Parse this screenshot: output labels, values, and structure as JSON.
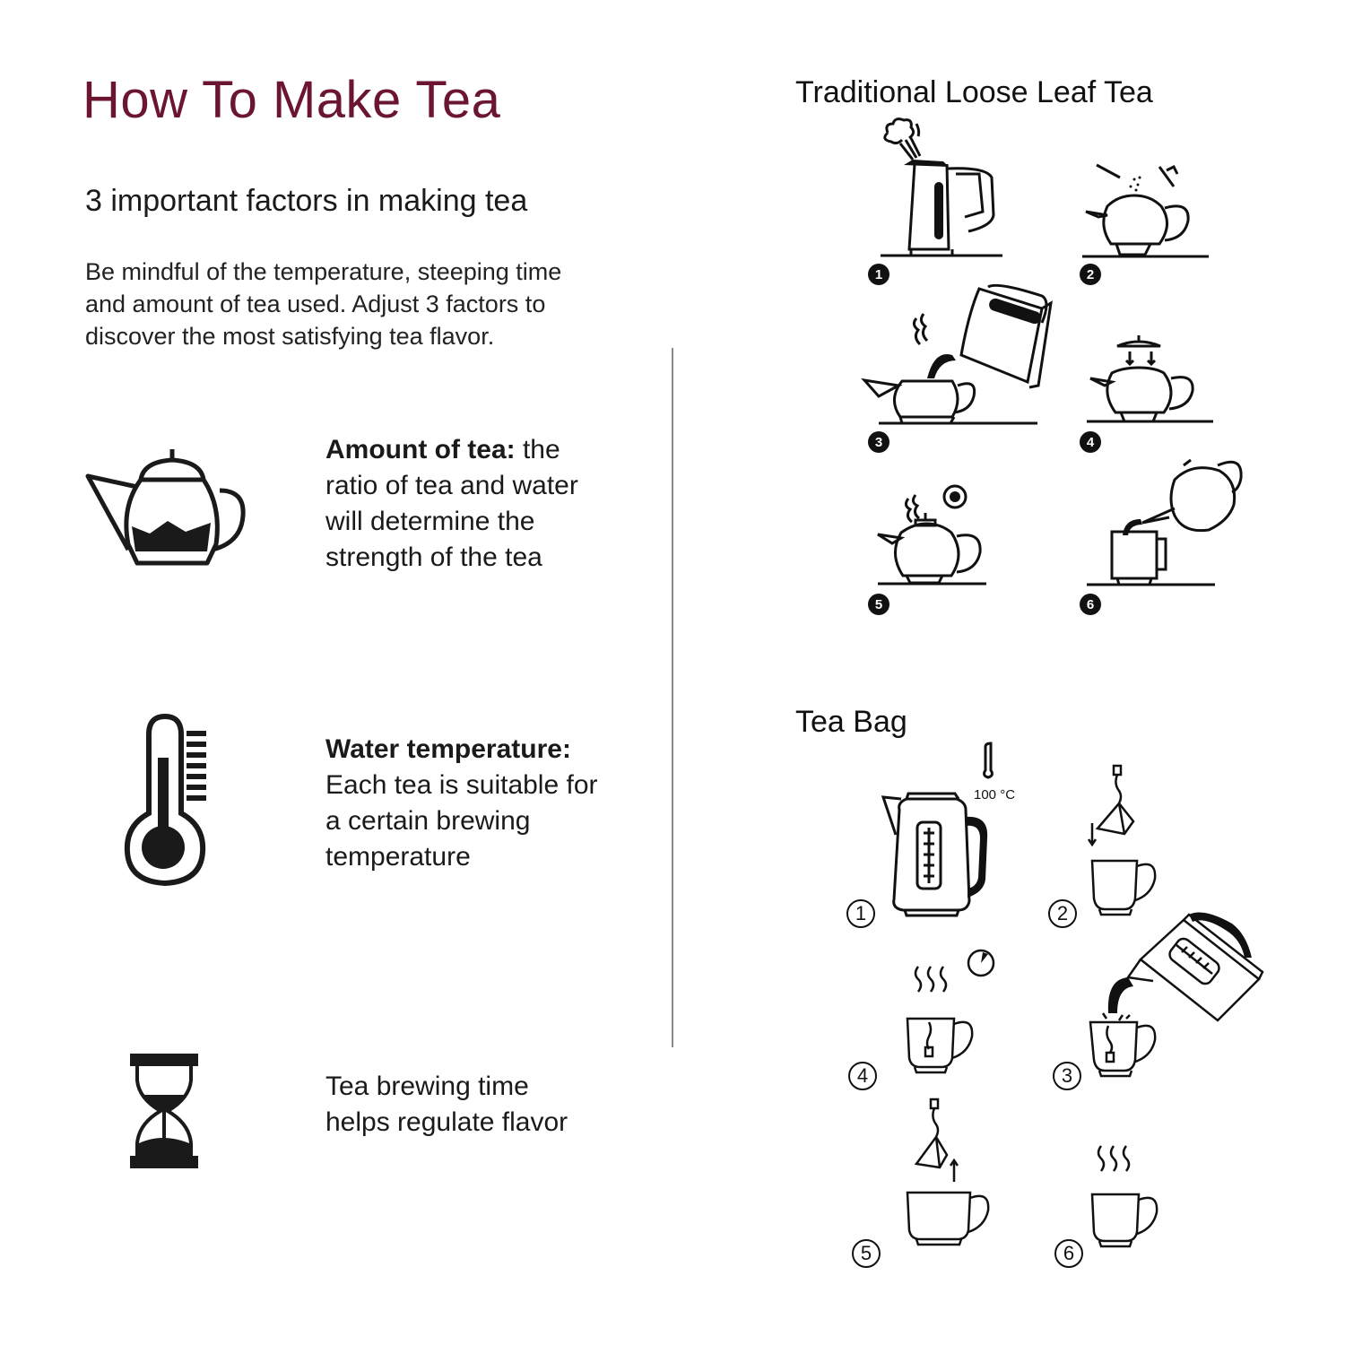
{
  "header": {
    "title": "How To Make Tea",
    "title_color": "#6b1530",
    "subtitle": "3 important factors in making tea",
    "intro": "Be mindful of the temperature, steeping time and amount of tea used. Adjust 3 factors to discover the most satisfying tea flavor."
  },
  "factors": [
    {
      "icon": "teapot-icon",
      "bold": "Amount of tea:",
      "text": " the ratio of tea and water will determine the strength of the tea"
    },
    {
      "icon": "thermometer-icon",
      "bold": "Water temperature:",
      "text": " Each tea is suitable for a certain brewing temperature"
    },
    {
      "icon": "hourglass-icon",
      "bold": "Tea brewing time",
      "text": " helps regulate flavor"
    }
  ],
  "loose_leaf": {
    "title": "Traditional Loose Leaf Tea",
    "steps": [
      {
        "number": "1",
        "icon": "boiling-kettle-icon"
      },
      {
        "number": "2",
        "icon": "add-tea-leaves-icon"
      },
      {
        "number": "3",
        "icon": "pour-water-icon"
      },
      {
        "number": "4",
        "icon": "cover-lid-icon"
      },
      {
        "number": "5",
        "icon": "steep-timer-icon"
      },
      {
        "number": "6",
        "icon": "pour-into-cup-icon"
      }
    ]
  },
  "tea_bag": {
    "title": "Tea Bag",
    "temperature": "100 °C",
    "steps": [
      {
        "number": "1",
        "icon": "kettle-icon"
      },
      {
        "number": "2",
        "icon": "drop-tea-bag-icon"
      },
      {
        "number": "3",
        "icon": "pour-water-cup-icon"
      },
      {
        "number": "4",
        "icon": "steep-cup-icon"
      },
      {
        "number": "5",
        "icon": "remove-tea-bag-icon"
      },
      {
        "number": "6",
        "icon": "serve-cup-icon"
      }
    ]
  }
}
